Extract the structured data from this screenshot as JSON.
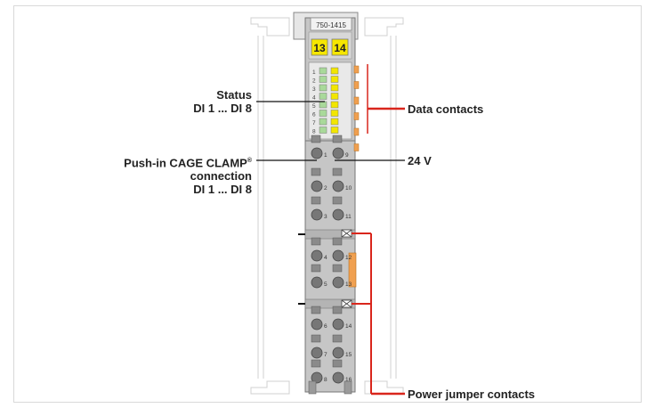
{
  "module": {
    "part_number": "750-1415",
    "marker_left": "13",
    "marker_right": "14",
    "led_numbers": [
      "1",
      "2",
      "3",
      "4",
      "5",
      "6",
      "7",
      "8"
    ],
    "terminal_numbers": [
      "1",
      "9",
      "2",
      "10",
      "3",
      "11",
      "4",
      "12",
      "5",
      "13",
      "6",
      "14",
      "7",
      "15",
      "8",
      "16"
    ]
  },
  "labels": {
    "status_line1": "Status",
    "status_line2": "DI 1 ... DI 8",
    "pushin_line1": "Push-in CAGE CLAMP",
    "pushin_reg": "®",
    "pushin_line2": "connection",
    "pushin_line3": "DI 1 ... DI 8",
    "data_contacts": "Data contacts",
    "supply": "24 V",
    "power_jumper": "Power jumper contacts"
  },
  "colors": {
    "housing": "#c8c8c8",
    "marker": "#f6e600",
    "led_green": "#a9d99a",
    "led_yellow": "#f2e600",
    "contact_orange": "#f0a050",
    "callout_red": "#d9261c"
  }
}
